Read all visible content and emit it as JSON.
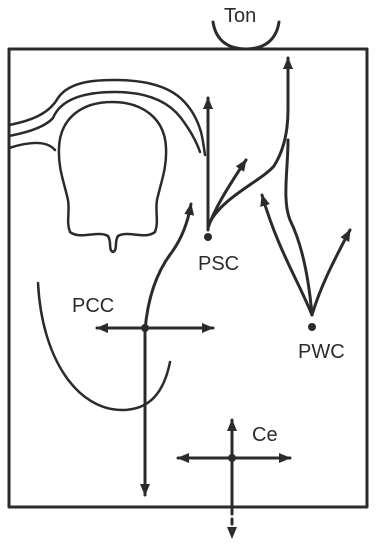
{
  "labels": {
    "ton": "Ton",
    "psc": "PSC",
    "pcc": "PCC",
    "pwc": "PWC",
    "ce": "Ce"
  },
  "colors": {
    "ink": "#2b2b2b",
    "background": "#ffffff"
  }
}
